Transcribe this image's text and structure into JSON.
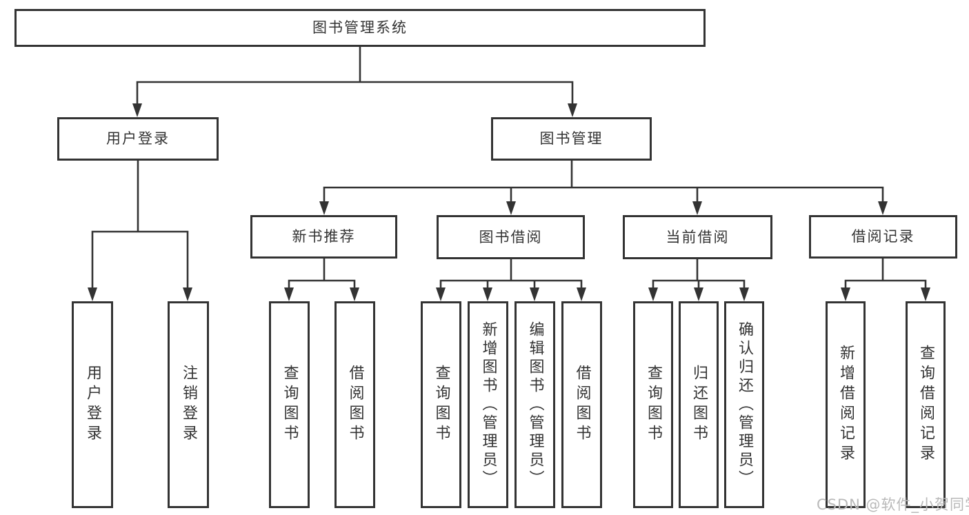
{
  "colors": {
    "line": "#333333",
    "text": "#333333",
    "background": "#ffffff",
    "watermark": "#b9b9b9"
  },
  "watermark": "CSDN @软件_小贺同学",
  "tree": {
    "root": {
      "label": "图书管理系统",
      "children": [
        {
          "label": "用户登录",
          "children": [
            {
              "label": "用户登录"
            },
            {
              "label": "注销登录"
            }
          ]
        },
        {
          "label": "图书管理",
          "children": [
            {
              "label": "新书推荐",
              "children": [
                {
                  "label": "查询图书"
                },
                {
                  "label": "借阅图书"
                }
              ]
            },
            {
              "label": "图书借阅",
              "children": [
                {
                  "label": "查询图书"
                },
                {
                  "label": "新增图书（管理员）"
                },
                {
                  "label": "编辑图书（管理员）"
                },
                {
                  "label": "借阅图书"
                }
              ]
            },
            {
              "label": "当前借阅",
              "children": [
                {
                  "label": "查询图书"
                },
                {
                  "label": "归还图书"
                },
                {
                  "label": "确认归还（管理员）"
                }
              ]
            },
            {
              "label": "借阅记录",
              "children": [
                {
                  "label": "新增借阅记录"
                },
                {
                  "label": "查询借阅记录"
                }
              ]
            }
          ]
        }
      ]
    }
  }
}
